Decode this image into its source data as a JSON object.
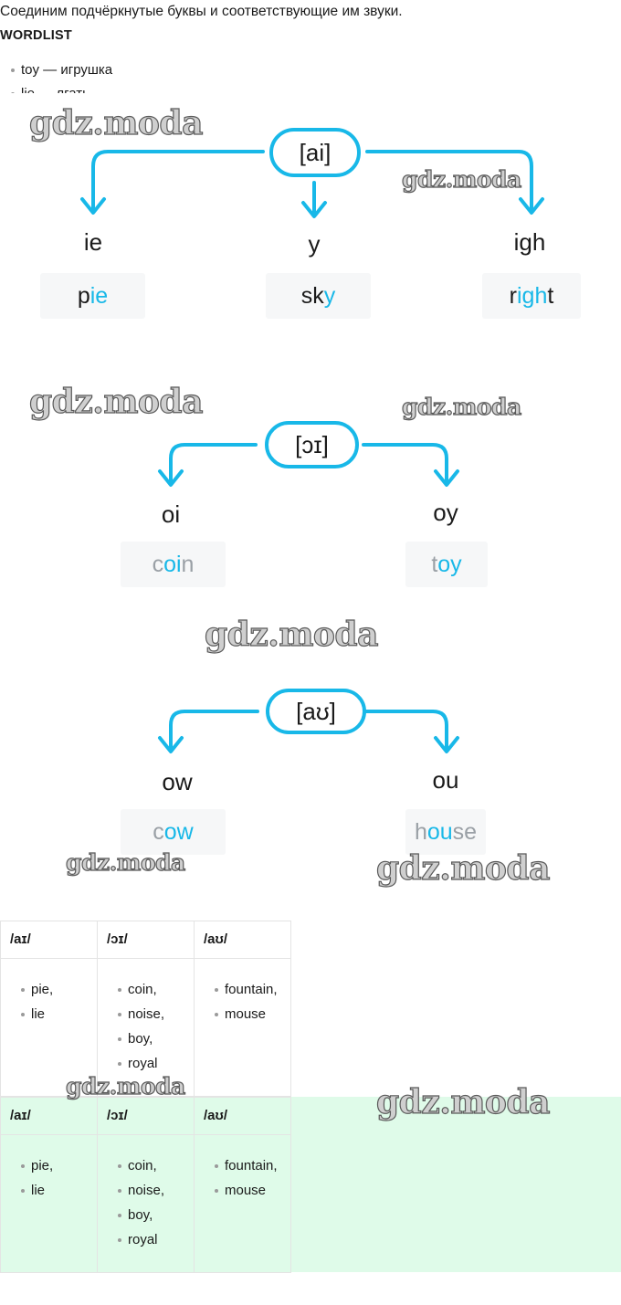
{
  "instruction": "Соединим подчёркнутые буквы и соответствующие им звуки.",
  "wordlist": {
    "title": "WORDLIST",
    "items": [
      "toy — игрушка",
      "lie — лгать"
    ]
  },
  "watermark": "gdz.moda",
  "colors": {
    "accent": "#18b8e8",
    "grey_letters": "#9aa0a6",
    "answer_bg": "#dffbe9"
  },
  "diagrams": [
    {
      "sound": "[ai]",
      "branches": [
        {
          "letters": "ie",
          "word": [
            {
              "t": "p",
              "hl": false
            },
            {
              "t": "ie",
              "hl": true
            }
          ]
        },
        {
          "letters": "y",
          "word": [
            {
              "t": "sk",
              "hl": false
            },
            {
              "t": "y",
              "hl": true
            }
          ]
        },
        {
          "letters": "igh",
          "word": [
            {
              "t": "r",
              "hl": false
            },
            {
              "t": "igh",
              "hl": true
            },
            {
              "t": "t",
              "hl": false
            }
          ]
        }
      ]
    },
    {
      "sound": "[ɔɪ]",
      "branches": [
        {
          "letters": "oi",
          "word": [
            {
              "t": "c",
              "hl": false
            },
            {
              "t": "oi",
              "hl": true
            },
            {
              "t": "n",
              "hl": false
            }
          ]
        },
        {
          "letters": "oy",
          "word": [
            {
              "t": "t",
              "hl": false
            },
            {
              "t": "oy",
              "hl": true
            }
          ]
        }
      ]
    },
    {
      "sound": "[aʊ]",
      "branches": [
        {
          "letters": "ow",
          "word": [
            {
              "t": "c",
              "hl": false
            },
            {
              "t": "ow",
              "hl": true
            }
          ]
        },
        {
          "letters": "ou",
          "word": [
            {
              "t": "h",
              "hl": false
            },
            {
              "t": "ou",
              "hl": true
            },
            {
              "t": "se",
              "hl": false
            }
          ]
        }
      ]
    }
  ],
  "table": {
    "headers": [
      "/aɪ/",
      "/ɔɪ/",
      "/aʊ/"
    ],
    "columns": [
      [
        "pie,",
        "lie"
      ],
      [
        "coin,",
        "noise,",
        "boy,",
        "royal"
      ],
      [
        "fountain,",
        "mouse"
      ]
    ]
  },
  "answer_table": {
    "headers": [
      "/aɪ/",
      "/ɔɪ/",
      "/aʊ/"
    ],
    "columns": [
      [
        "pie,",
        "lie"
      ],
      [
        "coin,",
        "noise,",
        "boy,",
        "royal"
      ],
      [
        "fountain,",
        "mouse"
      ]
    ]
  }
}
